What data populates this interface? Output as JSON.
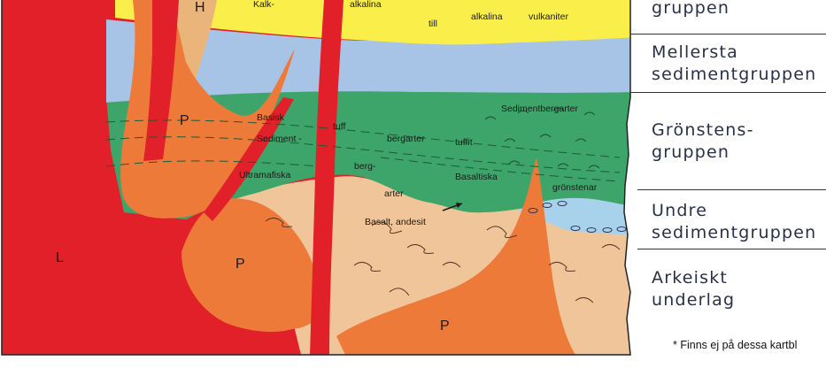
{
  "diagram": {
    "layer_labels": {
      "kalk": "Kalk-",
      "alkalina_1": "alkalina",
      "till": "till",
      "alkalina_2": "alkalina",
      "vulkaniter": "vulkaniter",
      "basisk": "Basisk",
      "sediment": "Sediment -",
      "tuff": "tuff",
      "bergarter_1": "bergarter",
      "tuffit": "tuffit",
      "sedimentbergarter": "Sedimentbergarter",
      "ultramafiska": "Ultramafiska",
      "berg": "berg-",
      "arter": "arter",
      "basaltiska": "Basaltiska",
      "gronstenar": "grönstenar",
      "basalt_andesit": "Basalt, andesit",
      "h": "H",
      "p1": "P",
      "p2": "P",
      "p3": "P",
      "l": "L"
    },
    "colors": {
      "red_intrusion": "#e1202a",
      "orange_intrusion": "#ee7a3a",
      "yellow_layer": "#f9ee4a",
      "blue_layer": "#a7c3e6",
      "green_layer": "#3da56a",
      "tan_basement": "#f0c59a",
      "light_blue_lens": "#a8d2ec",
      "h_intrusion": "#e9b57b"
    }
  },
  "legend": {
    "group1": "gruppen",
    "group2_line1": "Mellersta",
    "group2_line2": "sedimentgruppen",
    "group3_line1": "Grönstens-",
    "group3_line2": "gruppen",
    "group4_line1": "Undre",
    "group4_line2": "sedimentgruppen",
    "group5_line1": "Arkeiskt",
    "group5_line2": "underlag",
    "footnote": "* Finns ej på dessa kartbl"
  }
}
